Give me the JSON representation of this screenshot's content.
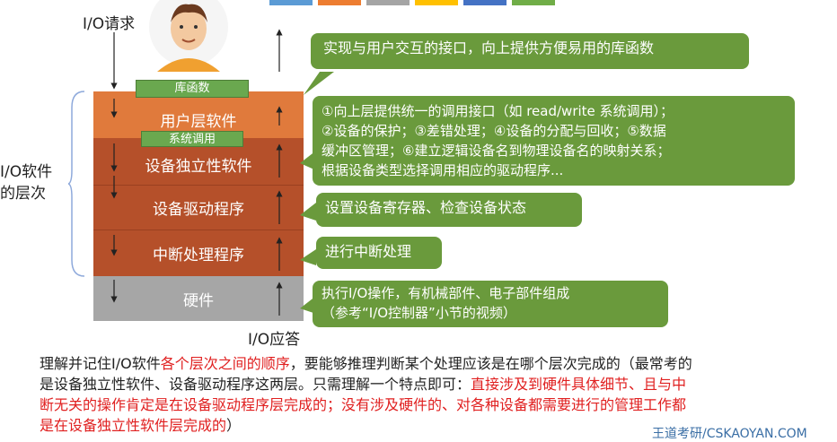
{
  "top_label": "I/O请求",
  "bottom_label": "I/O应答",
  "left_label": [
    "I/O软件",
    "的层次"
  ],
  "layers": [
    {
      "label": "用户层软件",
      "color": "#e07a3c"
    },
    {
      "label": "设备独立性软件",
      "color": "#b5502a"
    },
    {
      "label": "设备驱动程序",
      "color": "#b5502a"
    },
    {
      "label": "中断处理程序",
      "color": "#b5502a"
    },
    {
      "label": "硬件",
      "color": "#a6a6a6"
    }
  ],
  "tags": {
    "lib": "库函数",
    "syscall": "系统调用"
  },
  "callouts": {
    "user": "实现与用户交互的接口，向上提供方便易用的库函数",
    "independent": [
      "①向上层提供统一的调用接口（如 read/write 系统调用）；",
      "②设备的保护；③差错处理；④设备的分配与回收；⑤数据",
      "缓冲区管理；⑥建立逻辑设备名到物理设备名的映射关系；",
      "根据设备类型选择调用相应的驱动程序..."
    ],
    "driver": "设置设备寄存器、检查设备状态",
    "interrupt": "进行中断处理",
    "hardware": [
      "执行I/O操作，有机械部件、电子部件组成",
      "（参考“I/O控制器”小节的视频）"
    ]
  },
  "summary": {
    "p1": "理解并记住I/O软件",
    "p2": "各个层次之间的顺序",
    "p3": "，要能够推理判断某个处理应该是在哪个层次完成的（最常考的",
    "p4": "是设备独立性软件、设备驱动程序这两层。只需理解一个特点即可：",
    "p5": "直接涉及到硬件具体细节、且与中",
    "p6": "断无关的操作肯定是在设备驱动程序层完成的；没有涉及硬件的、对各种设备都需要进行的管理工作都",
    "p7": "是在设备独立性软件层完成的",
    "p8": "）"
  },
  "watermark": "王道考研/CSKAOYAN.COM",
  "colors": {
    "green": "#6a9a3c",
    "orange": "#e07a3c",
    "brown": "#b5502a",
    "gray": "#a6a6a6",
    "red": "#e02020"
  }
}
